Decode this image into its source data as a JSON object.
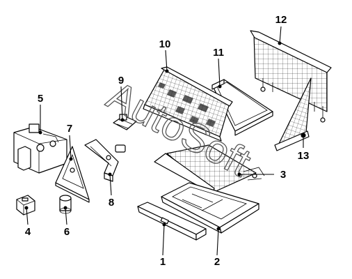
{
  "watermark": {
    "text": "AutoSoft"
  },
  "callouts": [
    {
      "number": "1"
    },
    {
      "number": "2"
    },
    {
      "number": "3"
    },
    {
      "number": "4"
    },
    {
      "number": "5"
    },
    {
      "number": "6"
    },
    {
      "number": "7"
    },
    {
      "number": "8"
    },
    {
      "number": "9"
    },
    {
      "number": "10"
    },
    {
      "number": "11"
    },
    {
      "number": "12"
    },
    {
      "number": "13"
    }
  ]
}
